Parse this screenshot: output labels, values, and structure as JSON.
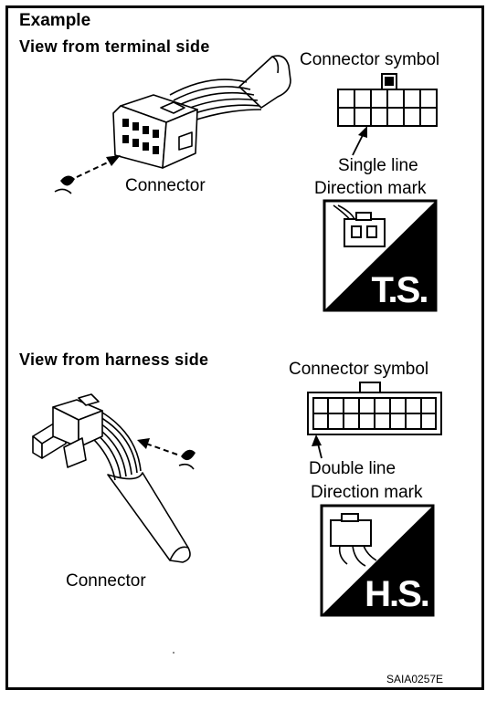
{
  "example_label": "Example",
  "terminal_section": {
    "heading": "View from terminal side",
    "connector_label": "Connector",
    "symbol_label": "Connector symbol",
    "line_label": "Single line",
    "direction_label": "Direction mark",
    "mark_text": "T.S."
  },
  "harness_section": {
    "heading": "View from harness side",
    "connector_label": "Connector",
    "symbol_label": "Connector symbol",
    "line_label": "Double line",
    "direction_label": "Direction mark",
    "mark_text": "H.S."
  },
  "figure_code": "SAIA0257E"
}
